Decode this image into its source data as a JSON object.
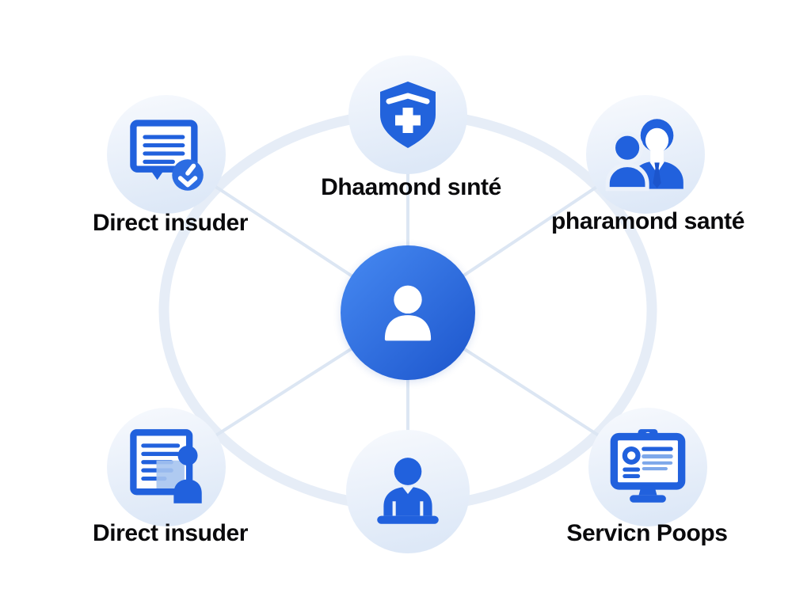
{
  "diagram": {
    "type": "hub-and-spoke",
    "center_node": "user",
    "node_count": 7
  },
  "labels": {
    "top_left": "Direct insuder",
    "top_center": "Dhaamond sınté",
    "top_right": "pharamond santé",
    "bottom_left": "Direct insuder",
    "bottom_right": "Servicn Poops"
  },
  "icons": {
    "top_left": "message-check-icon",
    "top_center": "shield-cross-icon",
    "top_right": "two-people-icon",
    "center": "user-icon",
    "bottom_left": "document-person-icon",
    "bottom_center": "person-desk-icon",
    "bottom_right": "monitor-icon"
  },
  "colors": {
    "primary_blue": "#2161dd",
    "dark_blue": "#1c55cc",
    "light_icon_blue": "#7ea8ea",
    "node_background": "#e3ecf8",
    "ring": "#e6edf7",
    "spoke": "#dde7f4",
    "label_text": "#0a0a0c",
    "center_gradient_start": "#478af2",
    "center_gradient_end": "#1c55cc"
  }
}
